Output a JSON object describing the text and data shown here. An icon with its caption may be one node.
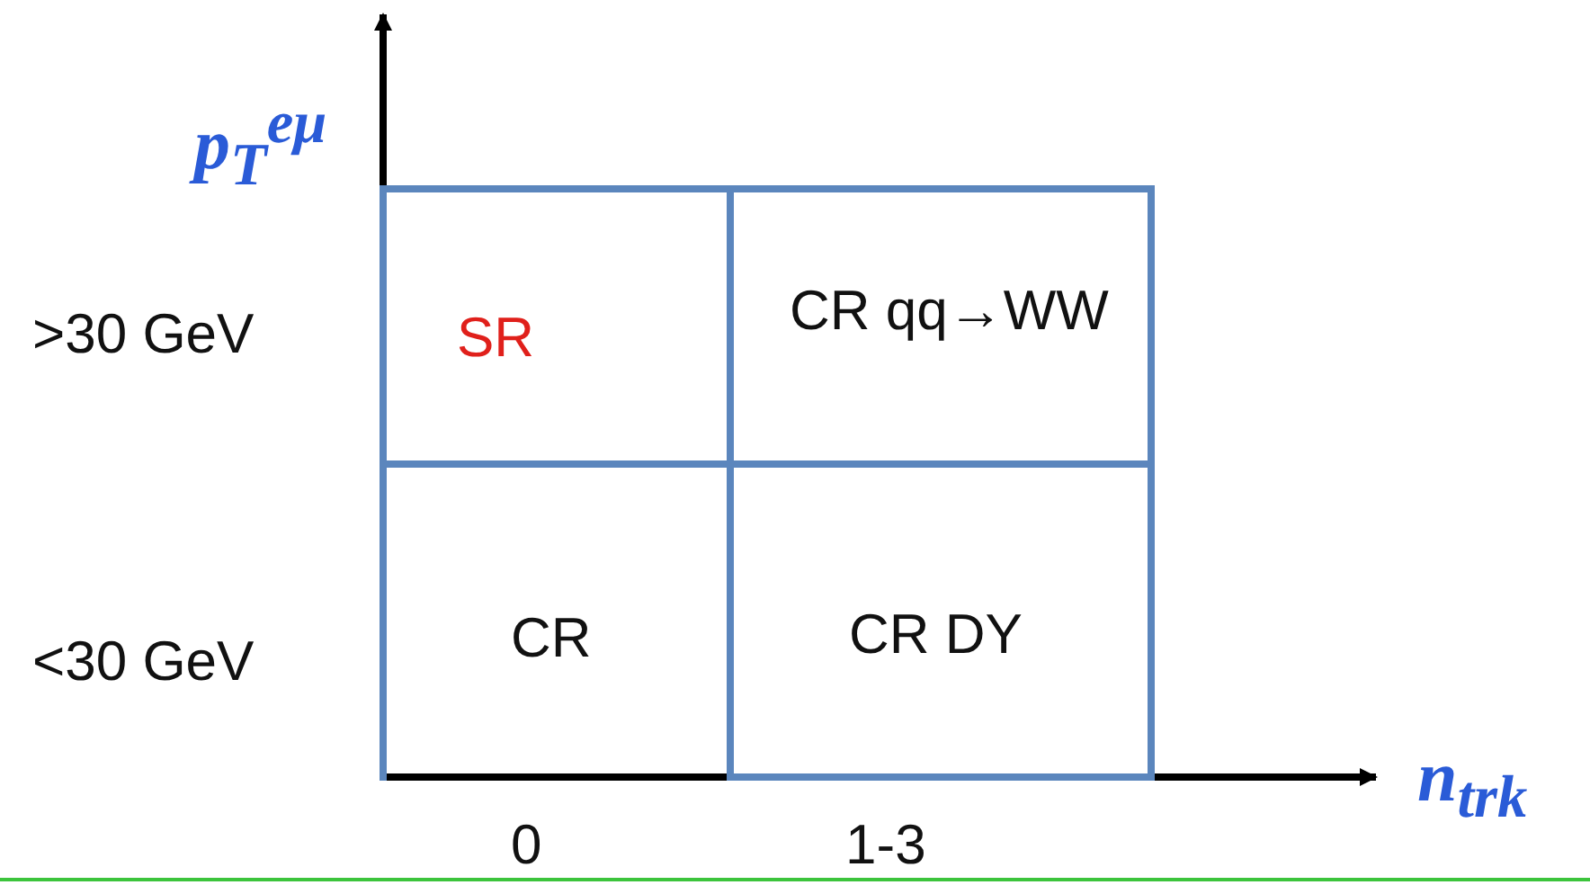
{
  "diagram": {
    "nodes": [
      {
        "text": [
          "SR"
        ]
      },
      {
        "text": [
          "CR qq→WW"
        ]
      },
      {
        "text": [
          "CR"
        ]
      },
      {
        "text": [
          "CR DY"
        ]
      }
    ],
    "edges": [],
    "labels": [
      "p$_{T}$$^{eμ}$",
      ">30 GeV",
      "<30 GeV",
      "n$_{trk}$",
      "0",
      "1-3"
    ]
  }
}
